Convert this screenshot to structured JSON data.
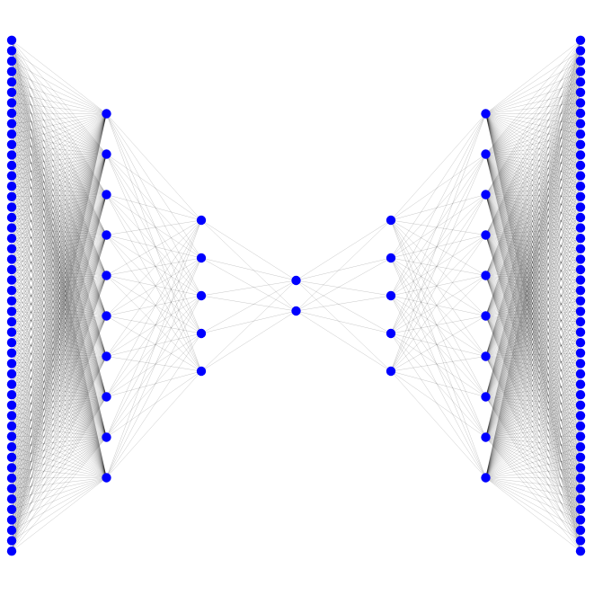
{
  "diagram": {
    "type": "neural-network",
    "connectivity": "fully-connected",
    "layers": [
      {
        "units": 50,
        "role": "input"
      },
      {
        "units": 10,
        "role": "hidden"
      },
      {
        "units": 5,
        "role": "hidden"
      },
      {
        "units": 2,
        "role": "bottleneck"
      },
      {
        "units": 5,
        "role": "hidden"
      },
      {
        "units": 10,
        "role": "hidden"
      },
      {
        "units": 50,
        "role": "output"
      }
    ],
    "colors": {
      "node": "#0000ff",
      "edge": "#000000",
      "background": "#ffffff"
    }
  }
}
